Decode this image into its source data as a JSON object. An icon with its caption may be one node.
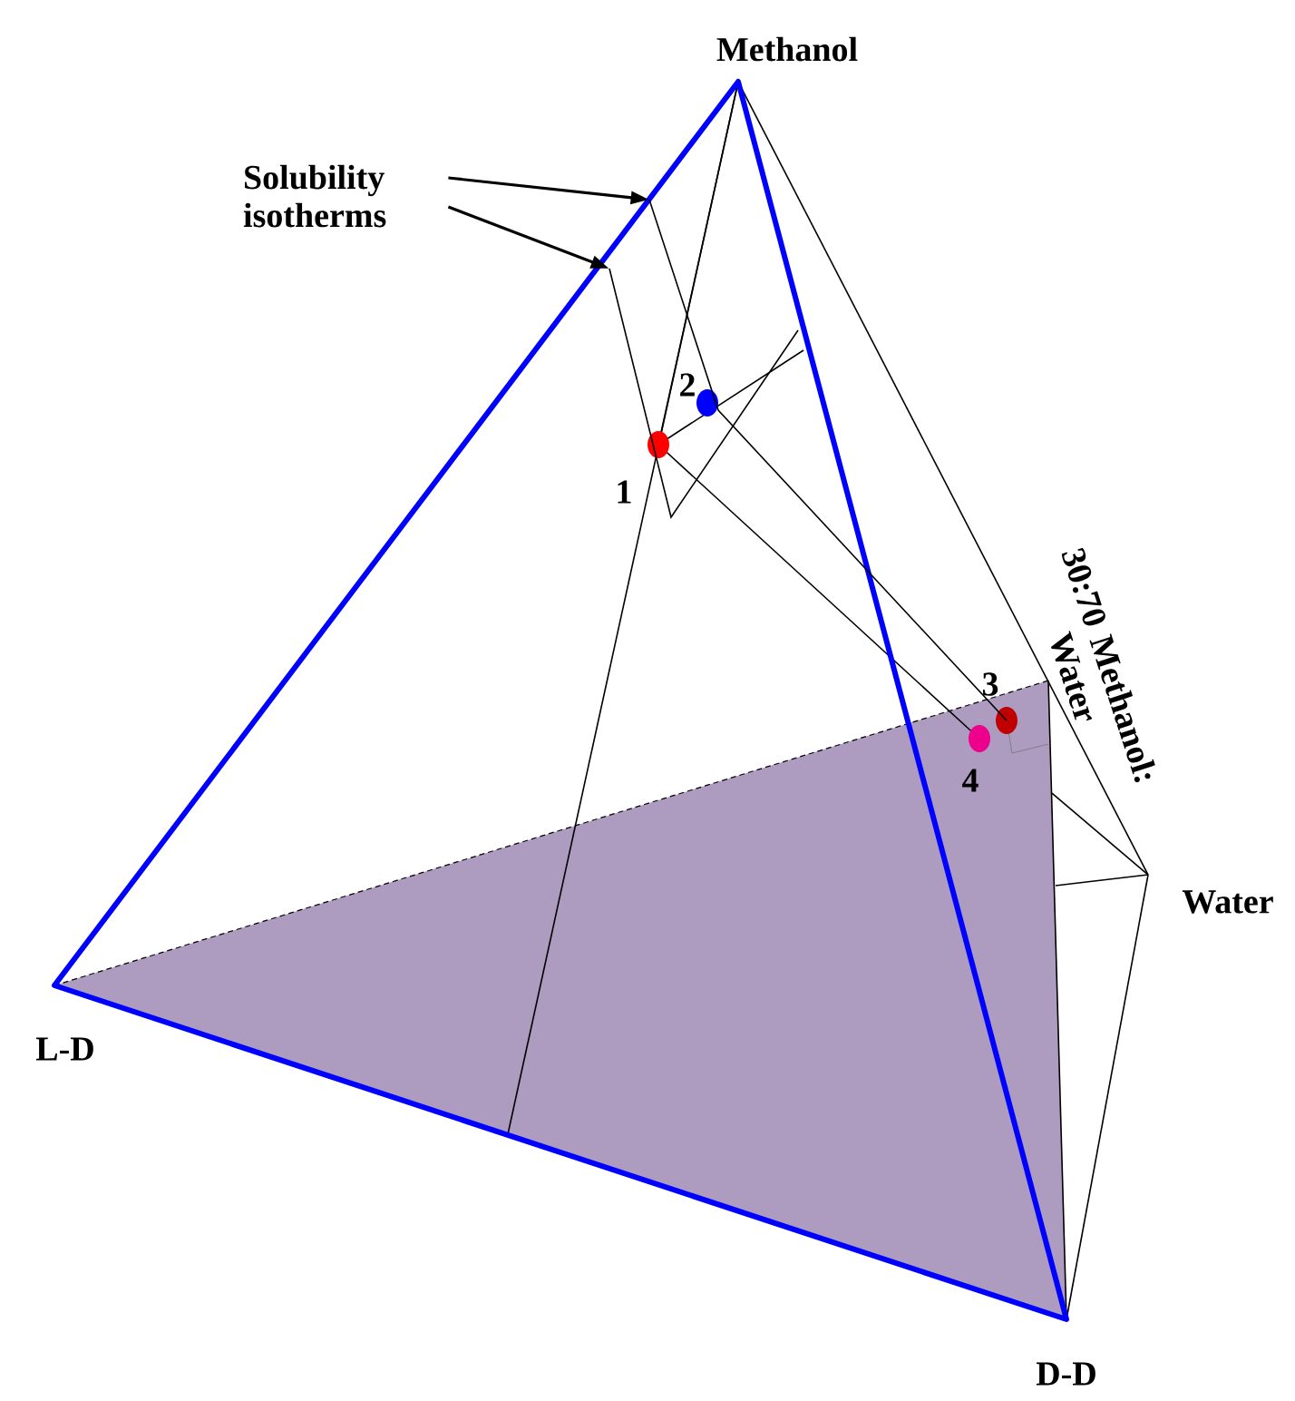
{
  "diagram": {
    "nodes": [
      {
        "text": [
          "Solubility isotherms"
        ]
      },
      {
        "text": [],
        "shape": "line"
      },
      {
        "text": [],
        "shape": "line"
      }
    ],
    "edges": [
      {
        "from": 0,
        "to": 1,
        "arrow": "to"
      },
      {
        "from": 0,
        "to": 2,
        "arrow": "to"
      }
    ],
    "labels": [
      "Methanol",
      "2",
      "1",
      "30:70 Methanol: Water",
      "3",
      "4",
      "Water",
      "L-D",
      "D-D"
    ]
  }
}
